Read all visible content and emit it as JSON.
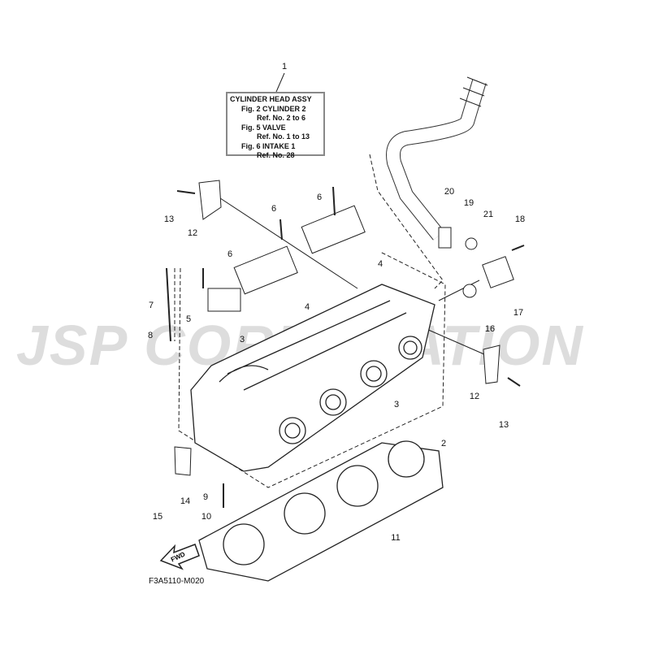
{
  "watermark": "JSP CORPORATION",
  "info_box": {
    "title": "CYLINDER HEAD ASSY",
    "lines": [
      "Fig.  2 CYLINDER 2",
      "Ref. No. 2 to 6",
      "Fig.  5 VALVE",
      "Ref. No. 1 to 13",
      "Fig.  6 INTAKE 1",
      "Ref. No. 28"
    ]
  },
  "callouts": [
    "1",
    "20",
    "19",
    "21",
    "18",
    "17",
    "16",
    "13",
    "12",
    "6",
    "6",
    "6",
    "4",
    "4",
    "7",
    "5",
    "8",
    "3",
    "3",
    "2",
    "12",
    "13",
    "14",
    "15",
    "9",
    "10",
    "11"
  ],
  "fwd_label": "FWD",
  "diagram_code": "F3A5110-M020"
}
